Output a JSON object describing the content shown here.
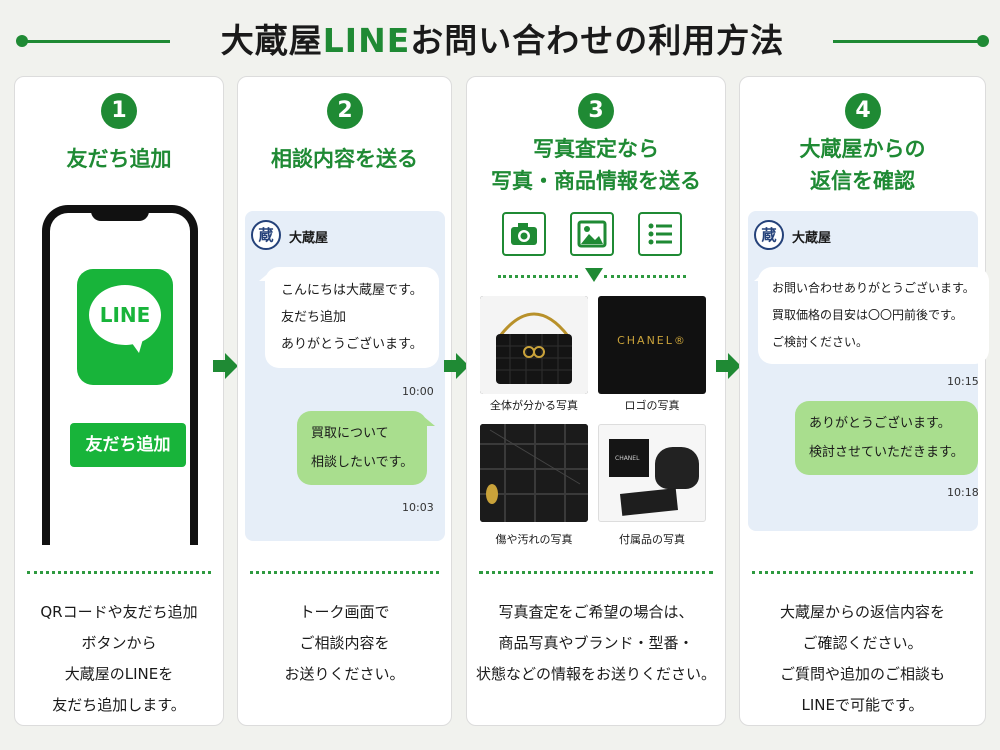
{
  "header": {
    "title_prefix": "大蔵屋",
    "title_line": "LINE",
    "title_suffix": "お問い合わせの利用方法"
  },
  "colors": {
    "brand_green": "#1f8a34",
    "line_green": "#18b43a",
    "bubble_out": "#a9de8e",
    "chat_bg": "#e6eef8"
  },
  "steps": [
    {
      "number": "1",
      "title": [
        "友だち追加"
      ],
      "app_label": "LINE",
      "button_label": "友だち追加",
      "desc": [
        "QRコードや友だち追加",
        "ボタンから",
        "大蔵屋のLINEを",
        "友だち追加します。"
      ]
    },
    {
      "number": "2",
      "title": [
        "相談内容を送る"
      ],
      "shop_avatar": "蔵",
      "shop_name": "大蔵屋",
      "msg_in": [
        "こんにちは大蔵屋です。",
        "友だち追加",
        "ありがとうございます。"
      ],
      "time_in": "10:00",
      "msg_out": [
        "買取について",
        "相談したいです。"
      ],
      "time_out": "10:03",
      "desc": [
        "トーク画面で",
        "ご相談内容を",
        "お送りください。"
      ]
    },
    {
      "number": "3",
      "title": [
        "写真査定なら",
        "写真・商品情報を送る"
      ],
      "icons": [
        "camera-icon",
        "image-icon",
        "list-icon"
      ],
      "photos": [
        {
          "caption": "全体が分かる写真",
          "icon": "quilted-bag-icon"
        },
        {
          "caption": "ロゴの写真",
          "label": "CHANEL®"
        },
        {
          "caption": "傷や汚れの写真",
          "icon": "quilted-corner-icon"
        },
        {
          "caption": "付属品の写真",
          "label": "CHANEL"
        }
      ],
      "desc": [
        "写真査定をご希望の場合は、",
        "商品写真やブランド・型番・",
        "状態などの情報をお送りください。"
      ]
    },
    {
      "number": "4",
      "title": [
        "大蔵屋からの",
        "返信を確認"
      ],
      "shop_avatar": "蔵",
      "shop_name": "大蔵屋",
      "msg_in": [
        "お問い合わせありがとうございます。",
        "買取価格の目安は〇〇円前後です。",
        "ご検討ください。"
      ],
      "time_in": "10:15",
      "msg_out": [
        "ありがとうございます。",
        "検討させていただきます。"
      ],
      "time_out": "10:18",
      "desc": [
        "大蔵屋からの返信内容を",
        "ご確認ください。",
        "ご質問や追加のご相談も",
        "LINEで可能です。"
      ]
    }
  ]
}
